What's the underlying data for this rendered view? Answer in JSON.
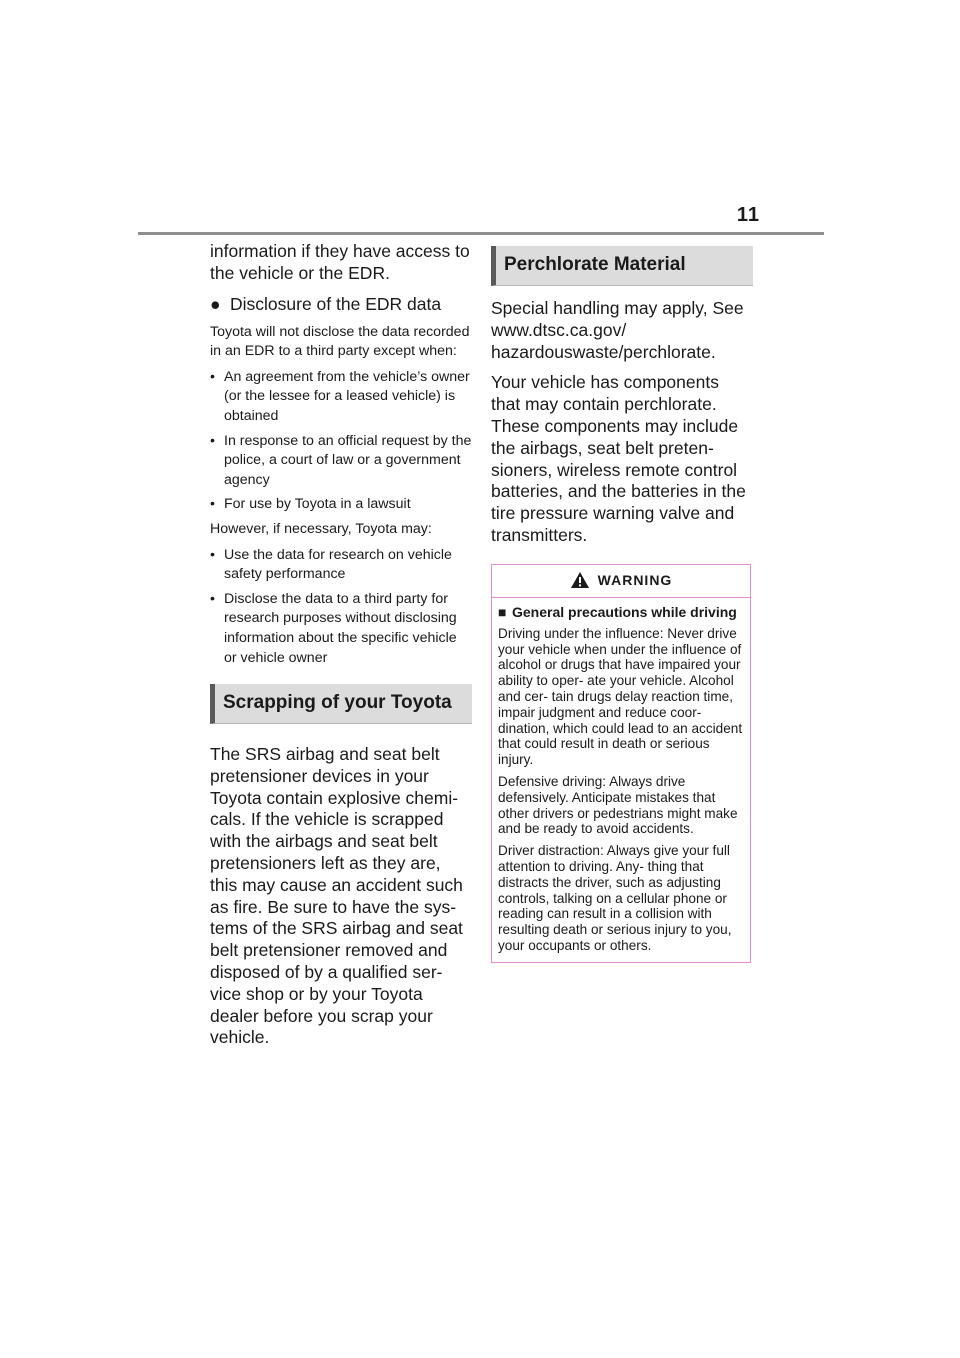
{
  "page_number": "11",
  "left": {
    "intro": "information if they have access to the vehicle or the EDR.",
    "edr_heading": "Disclosure of the EDR data",
    "edr_bullet_mark": "●",
    "edr_intro": "Toyota will not disclose the data recorded in an EDR to a third party except when:",
    "edr_items": [
      "An agreement from the vehicle’s owner (or the lessee for a leased vehicle) is obtained",
      "In response to an official request by the police, a court of law or a government agency",
      "For use by Toyota in a lawsuit"
    ],
    "however": "However, if necessary, Toyota may:",
    "may_items": [
      "Use the data for research on vehicle safety performance",
      "Disclose the data to a third party for research purposes without disclosing information about the specific vehicle or vehicle owner"
    ],
    "scrap_heading": "Scrapping of your Toyota",
    "scrap_text": "The SRS airbag and seat belt pretensioner devices in your Toyota contain explosive chemi- cals. If the vehicle is scrapped with the airbags and seat belt pretensioners left as they are, this may cause an accident such as fire. Be sure to have the sys- tems of the SRS airbag and seat belt pretensioner removed and disposed of by a qualified ser- vice shop or by your Toyota dealer before you scrap your vehicle."
  },
  "right": {
    "perch_heading": "Perchlorate Material",
    "perch_p1": "Special handling may apply, See www.dtsc.ca.gov/ hazardouswaste/perchlorate.",
    "perch_p2": "Your vehicle has components that may contain perchlorate. These components may include the airbags, seat belt preten- sioners, wireless remote control batteries, and the batteries in the tire pressure warning valve and transmitters.",
    "warning": {
      "title": "WARNING",
      "sub_mark": "■",
      "sub": "General precautions while driving",
      "paras": [
        "Driving under the influence: Never drive your vehicle when under the influence of alcohol or drugs that have impaired your ability to oper- ate your vehicle. Alcohol and cer- tain drugs delay reaction time, impair judgment and reduce coor- dination, which could lead to an accident that could result in death or serious injury.",
        "Defensive driving: Always drive defensively. Anticipate mistakes that other drivers or pedestrians might make and be ready to avoid accidents.",
        "Driver distraction: Always give your full attention to driving. Any- thing that distracts the driver, such as adjusting controls, talking on a cellular phone or reading can result in a collision with resulting death or serious injury to you, your occupants or others."
      ]
    }
  },
  "colors": {
    "warning_border": "#e58cd2",
    "heading_bg": "#dcdcdc",
    "heading_bar": "#5a5a5a"
  },
  "icons": [
    "warning-triangle-icon"
  ]
}
